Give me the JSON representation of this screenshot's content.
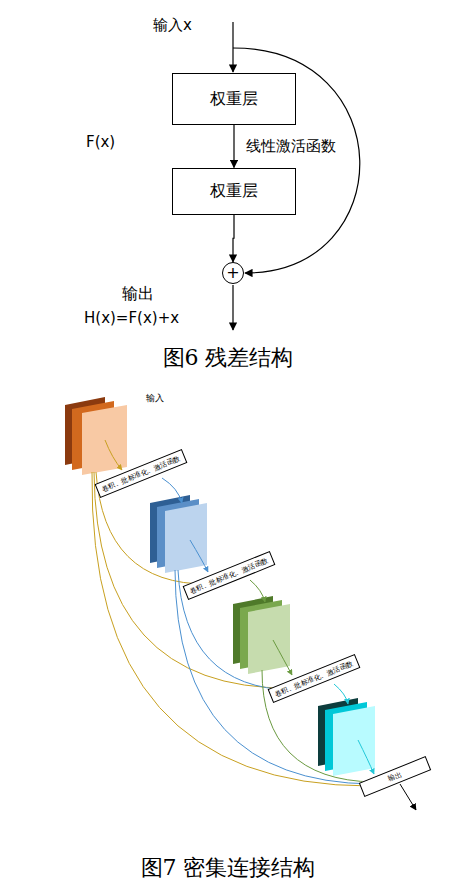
{
  "diagram": {
    "nodes": [
      {
        "text": [
          "权重层"
        ]
      },
      {
        "text": [
          "权重层"
        ]
      },
      {
        "text": [
          "+"
        ]
      },
      {
        "text": [
          "卷积、批标准化、激活函数"
        ]
      },
      {
        "text": [
          "卷积、批标准化、激活函数"
        ]
      },
      {
        "text": [
          "卷积、批标准化、激活函数"
        ]
      },
      {
        "text": [
          "输出"
        ]
      }
    ],
    "edges": [
      {
        "from": 0,
        "to": 1,
        "label": "线性激活函数",
        "arrow": "to"
      },
      {
        "from": 1,
        "to": 2,
        "arrow": "to"
      }
    ],
    "labels": [
      "输入x",
      "F(x)",
      "输出",
      "H(x)=F(x)+x",
      "图6 残差结构",
      "输入",
      "图7 密集连接结构"
    ]
  }
}
